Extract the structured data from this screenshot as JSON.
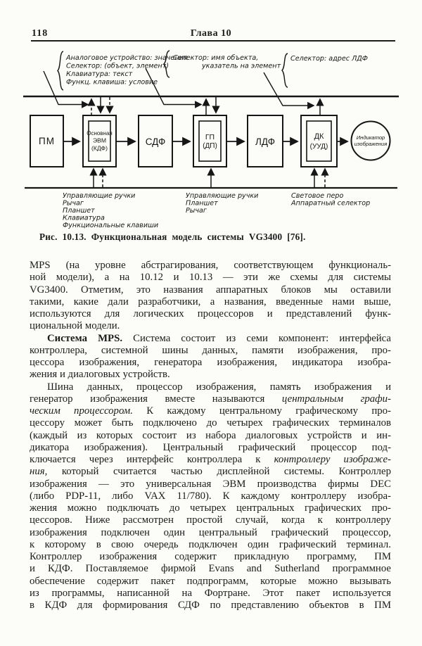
{
  "page": {
    "number": "118",
    "chapter": "Глава 10"
  },
  "figure": {
    "caption": "Рис. 10.13. Функциональная модель системы VG3400 [76].",
    "top_labels": [
      {
        "lines": [
          "Аналоговое устройство: значения",
          "Селектор: (объект, элемент)",
          "Клавиатура: текст",
          "Функц. клавиша: условие"
        ]
      },
      {
        "lines": [
          "Селектор: имя объекта,",
          "указатель на элемент"
        ]
      },
      {
        "lines": [
          "Селектор: адрес ЛДФ"
        ]
      }
    ],
    "boxes": {
      "pm": "ПМ",
      "host": [
        "Основная",
        "ЭВМ",
        "(КДФ)"
      ],
      "sdf": "СДФ",
      "gp": [
        "ГП",
        "(ДП)"
      ],
      "ldf": "ЛДФ",
      "dk": [
        "ДК",
        "(УУД)"
      ],
      "indicator": [
        "Индикатор",
        "изображения"
      ]
    },
    "bottom_labels": [
      {
        "lines": [
          "Управляющие ручки",
          "Рычаг",
          "Планшет",
          "Клавиатура",
          "Функциональные клавиши"
        ]
      },
      {
        "lines": [
          "Управляющие ручки",
          "Планшет",
          "Рычаг"
        ]
      },
      {
        "lines": [
          "Световое перо",
          "Аппаратный селектор"
        ]
      }
    ]
  },
  "body": {
    "paragraphs": [
      {
        "indent": false,
        "justify_last": false,
        "lines": [
          [
            {
              "t": "MPS (на уровне абстрагирования, соответствующем функциональ-"
            }
          ],
          [
            {
              "t": "ной модели), а на 10.12 и 10.13 — эти же схемы для системы"
            }
          ],
          [
            {
              "t": "VG3400. Отметим, это названия аппаратных блоков мы оставили"
            }
          ],
          [
            {
              "t": "такими, какие дали разработчики, а названия, введенные нами выше,"
            }
          ],
          [
            {
              "t": "используются для логических процессоров и представлений функ-"
            }
          ],
          [
            {
              "t": "циональной модели."
            }
          ]
        ]
      },
      {
        "indent": true,
        "justify_last": false,
        "lines": [
          [
            {
              "t": "Система MPS.",
              "s": "b"
            },
            {
              "t": " Система состоит из семи компонент: интерфейса"
            }
          ],
          [
            {
              "t": "контроллера, системной шины данных, памяти изображения, про-"
            }
          ],
          [
            {
              "t": "цессора изображения, генератора изображения, индикатора изобра-"
            }
          ],
          [
            {
              "t": "жения и диалоговых устройств."
            }
          ]
        ]
      },
      {
        "indent": true,
        "justify_last": true,
        "lines": [
          [
            {
              "t": "Шина данных, процессор изображения, память изображения и"
            }
          ],
          [
            {
              "t": "генератор изображения вместе называются "
            },
            {
              "t": "центральным графи-",
              "s": "i"
            }
          ],
          [
            {
              "t": "ческим процессором.",
              "s": "i"
            },
            {
              "t": " К каждому центральному графическому про-"
            }
          ],
          [
            {
              "t": "цессору может быть подключено до четырех графических терминалов"
            }
          ],
          [
            {
              "t": "(каждый из которых состоит из набора диалоговых устройств и ин-"
            }
          ],
          [
            {
              "t": "дикатора изображения). Центральный графический процессор под-"
            }
          ],
          [
            {
              "t": "ключается через интерфейс контроллера к "
            },
            {
              "t": "контроллеру изображе-",
              "s": "i"
            }
          ],
          [
            {
              "t": "ния,",
              "s": "i"
            },
            {
              "t": " который считается частью дисплейной системы. Контроллер"
            }
          ],
          [
            {
              "t": "изображения — это универсальная ЭВМ производства фирмы DEC"
            }
          ],
          [
            {
              "t": "(либо PDP-11, либо VAX 11/780). К каждому контроллеру изобра-"
            }
          ],
          [
            {
              "t": "жения можно подключать до четырех центральных графических про-"
            }
          ],
          [
            {
              "t": "цессоров. Ниже рассмотрен простой случай, когда к контроллеру"
            }
          ],
          [
            {
              "t": "изображения подключен один центральный графический процессор,"
            }
          ],
          [
            {
              "t": "к которому в свою очередь подключен один графический терминал."
            }
          ],
          [
            {
              "t": "Контроллер изображения содержит прикладную программу, ПМ"
            }
          ],
          [
            {
              "t": "и КДФ. Поставляемое фирмой Evans and Sutherland программное"
            }
          ],
          [
            {
              "t": "обеспечение содержит пакет подпрограмм, которые можно вызывать"
            }
          ],
          [
            {
              "t": "из программы, написанной на Фортране. Этот пакет используется"
            }
          ],
          [
            {
              "t": "в КДФ для формирования СДФ по представлению объектов в ПМ"
            }
          ]
        ]
      }
    ]
  }
}
